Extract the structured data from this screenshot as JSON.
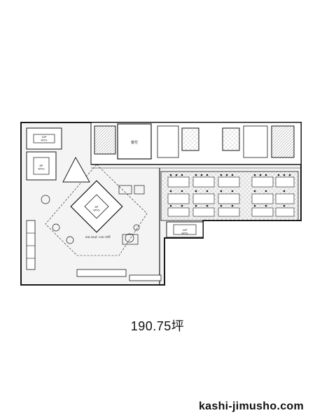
{
  "floorplan": {
    "room_labels": {
      "mtg_10p_top": "10P\nMTG",
      "mtg_8p": "8P\nMTG",
      "mtg_10p_bottom": "10P\nMTG",
      "reception": "受付",
      "mtg_center": "6P\nMTG",
      "ceiling_note": "630.33㎡ / 190.75坪"
    },
    "colors": {
      "line": "#1a1a1a",
      "hatch": "#9a9a9a",
      "floor_fill": "#ececec"
    }
  },
  "area_caption": "190.75坪",
  "site_url": "kashi-jimusho.com"
}
